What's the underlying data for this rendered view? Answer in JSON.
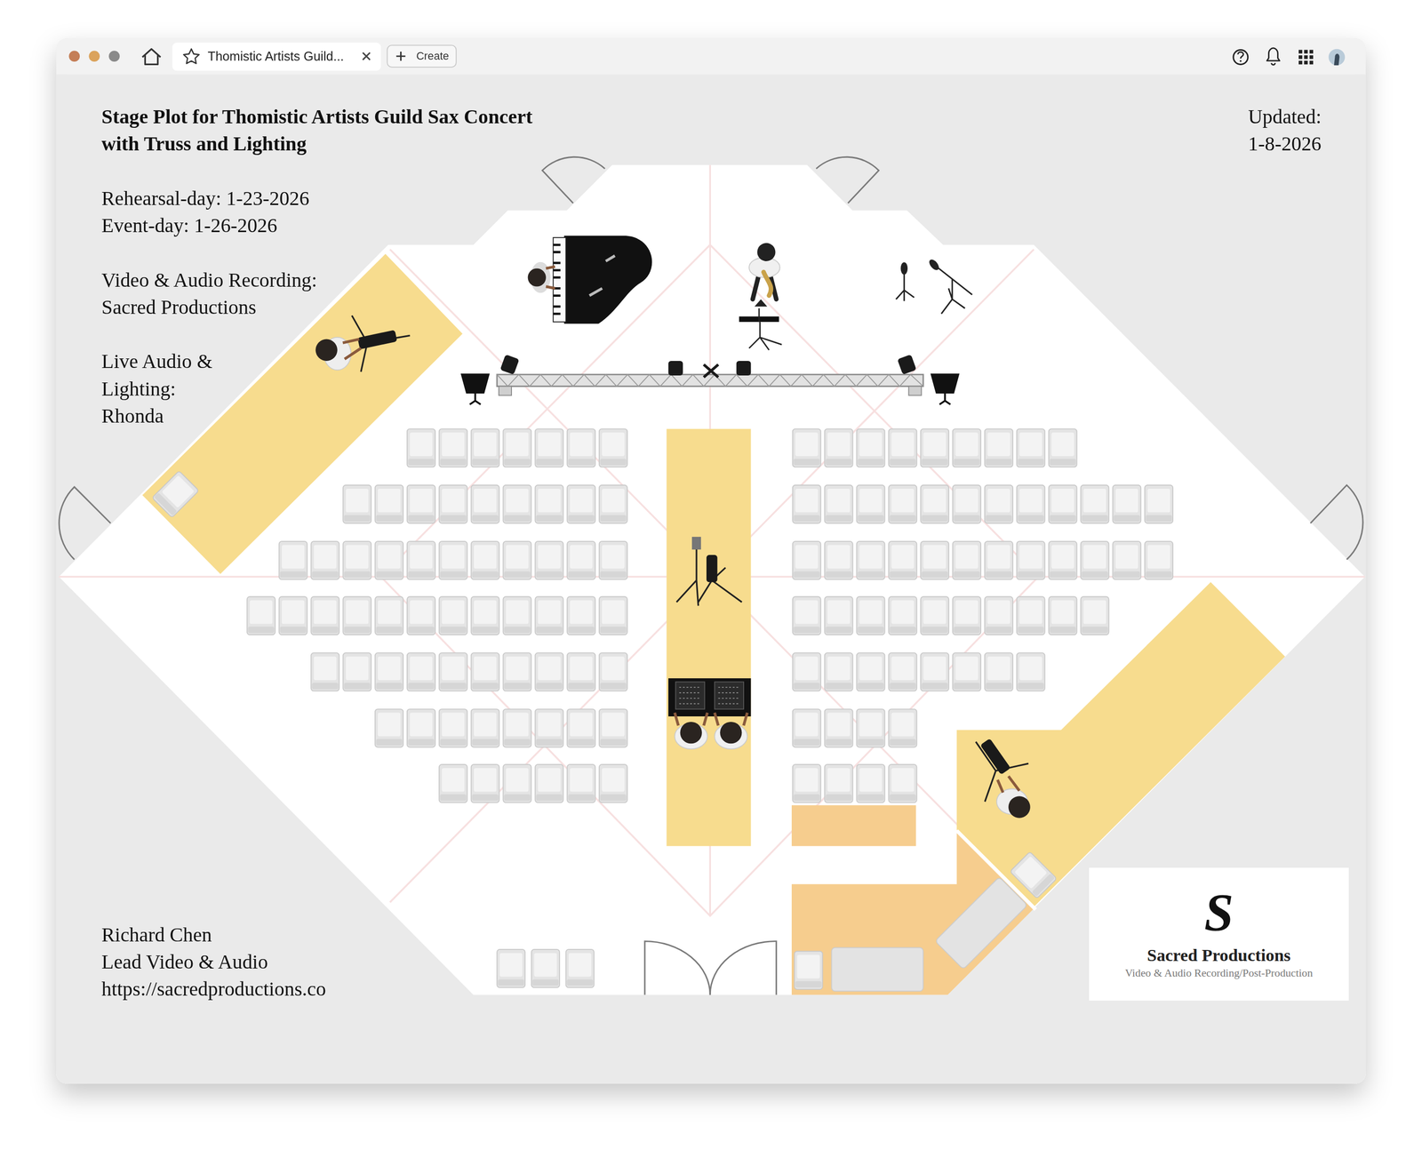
{
  "diagram": {
    "title": "Stage Plot for Thomistic Artists Guild Sax Concert with Truss and Lighting",
    "nodes": [
      {
        "text": [
          "S",
          "Sacred Productions",
          "Video & Audio Recording/Post-Production"
        ]
      }
    ],
    "labels": [
      "Thomistic Artists Guild...",
      "Create",
      "Updated:",
      "1-8-2026",
      "Rehearsal-day: 1-23-2026",
      "Event-day: 1-26-2026",
      "Video & Audio Recording:",
      "Sacred Productions",
      "Live Audio &",
      "Lighting:",
      "Rhonda",
      "Richard Chen",
      "Lead Video & Audio",
      "https://sacredproductions.co"
    ]
  }
}
